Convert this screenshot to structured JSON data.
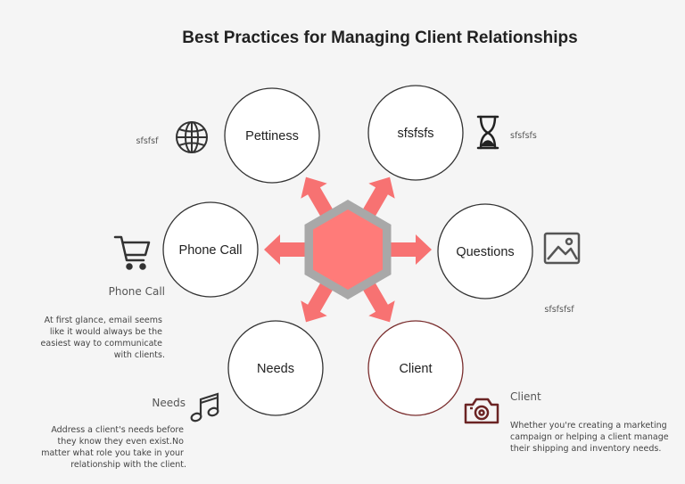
{
  "title": "Best Practices for Managing Client Relationships",
  "colors": {
    "hub_fill": "#ff7b79",
    "hub_ring": "#a8a8a8",
    "arrow_fill": "#f77272",
    "circle_stroke": "#333333",
    "client_stroke": "#7a2e2e",
    "icon_color": "#333333",
    "client_icon_color": "#6b2424"
  },
  "nodes": [
    {
      "id": "pettiness",
      "label": "Pettiness",
      "icon": "globe-icon",
      "caption": "sfsfsf"
    },
    {
      "id": "sfsfsfs",
      "label": "sfsfsfs",
      "icon": "hourglass-icon",
      "caption": "sfsfsfs"
    },
    {
      "id": "phone-call",
      "label": "Phone Call",
      "icon": "shopping-cart-icon",
      "heading": "Phone Call",
      "description": [
        "At first glance, email seems",
        "like it would always be the",
        "easiest way to communicate",
        "with clients."
      ]
    },
    {
      "id": "questions",
      "label": "Questions",
      "icon": "image-icon",
      "caption": "sfsfsfsf"
    },
    {
      "id": "needs",
      "label": "Needs",
      "icon": "music-note-icon",
      "heading": "Needs",
      "description": [
        "Address a client's needs before",
        "they know they even exist.No",
        "matter what role you take in your",
        "relationship with the client."
      ]
    },
    {
      "id": "client",
      "label": "Client",
      "icon": "camera-icon",
      "heading": "Client",
      "description": [
        "Whether you're creating a marketing",
        "campaign or helping a client manage",
        "their shipping and inventory needs."
      ]
    }
  ]
}
